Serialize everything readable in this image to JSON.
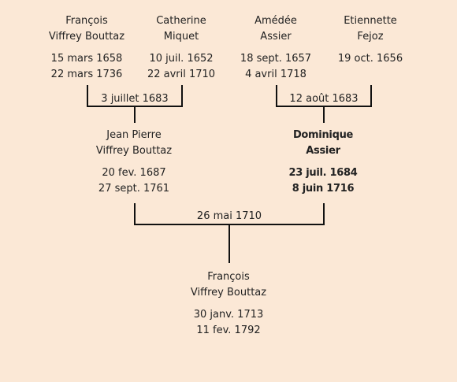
{
  "grandparents": {
    "father_father": {
      "given": "François",
      "surname": "Viffrey Bouttaz",
      "birth": "15 mars 1658",
      "death": "22 mars 1736"
    },
    "father_mother": {
      "given": "Catherine",
      "surname": "Miquet",
      "birth": "10 juil. 1652",
      "death": "22 avril 1710"
    },
    "mother_father": {
      "given": "Amédée",
      "surname": "Assier",
      "birth": "18 sept. 1657",
      "death": "4 avril 1718"
    },
    "mother_mother": {
      "given": "Etiennette",
      "surname": "Fejoz",
      "birth": "19 oct. 1656",
      "death": ""
    }
  },
  "marriages": {
    "paternal": "3 juillet 1683",
    "maternal": "12 août 1683",
    "parents": "26 mai 1710"
  },
  "parents": {
    "father": {
      "given": "Jean Pierre",
      "surname": "Viffrey Bouttaz",
      "birth": "20 fev. 1687",
      "death": "27 sept. 1761"
    },
    "mother": {
      "given": "Dominique",
      "surname": "Assier",
      "birth": "23 juil. 1684",
      "death": "8 juin 1716"
    }
  },
  "subject": {
    "given": "François",
    "surname": "Viffrey Bouttaz",
    "birth": "30 janv. 1713",
    "death": "11 fev. 1792"
  }
}
